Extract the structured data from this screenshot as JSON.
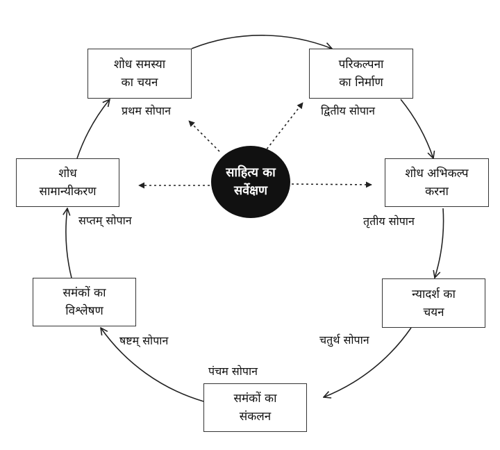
{
  "center": {
    "line1": "साहित्य का",
    "line2": "सर्वेक्षण"
  },
  "steps": [
    {
      "line1": "शोध समस्या",
      "line2": "का चयन",
      "label": "प्रथम सोपान"
    },
    {
      "line1": "परिकल्पना",
      "line2": "का निर्माण",
      "label": "द्वितीय सोपान"
    },
    {
      "line1": "शोध अभिकल्प",
      "line2": "करना",
      "label": "तृतीय सोपान"
    },
    {
      "line1": "न्यादर्श का",
      "line2": "चयन",
      "label": "चतुर्थ सोपान"
    },
    {
      "line1": "समंकों का",
      "line2": "संकलन",
      "label": "पंचम सोपान"
    },
    {
      "line1": "समंकों का",
      "line2": "विश्लेषण",
      "label": "षष्टम् सोपान"
    },
    {
      "line1": "शोध",
      "line2": "सामान्यीकरण",
      "label": "सप्तम् सोपान"
    }
  ],
  "colors": {
    "line": "#222222",
    "center_fill": "#111111",
    "center_text": "#ffffff"
  }
}
